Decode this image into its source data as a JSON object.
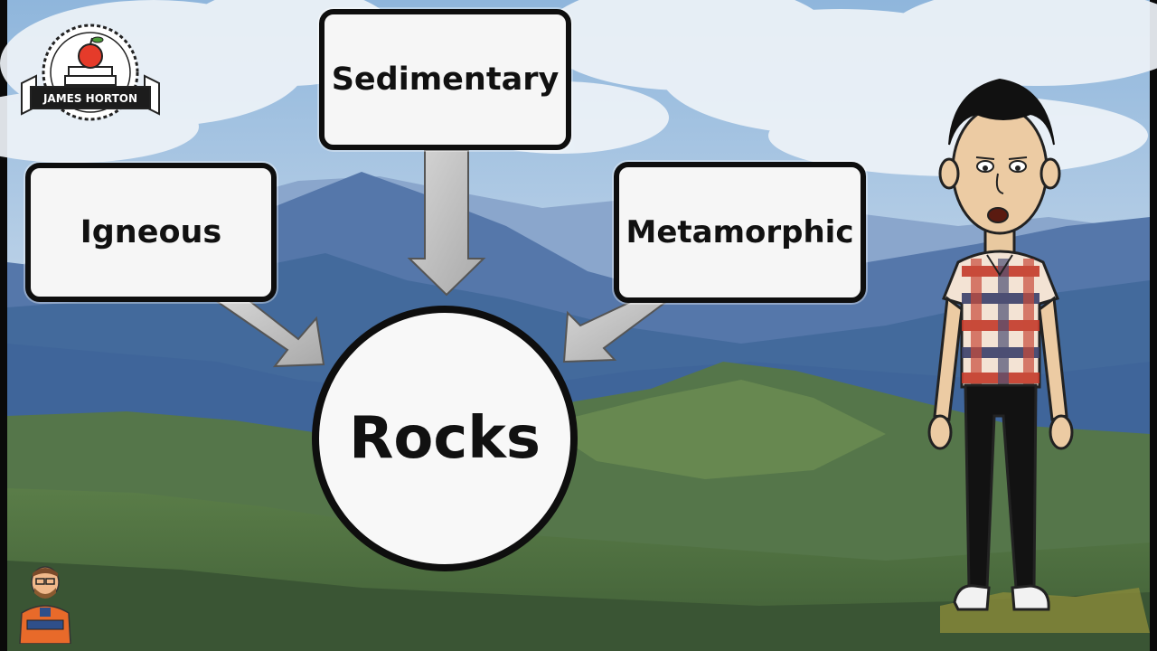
{
  "brand": {
    "name": "JAMES HORTON"
  },
  "diagram": {
    "sources": [
      {
        "id": "igneous",
        "label": "Igneous"
      },
      {
        "id": "sedimentary",
        "label": "Sedimentary"
      },
      {
        "id": "metamorphic",
        "label": "Metamorphic"
      }
    ],
    "center": {
      "label": "Rocks"
    }
  },
  "colors": {
    "sky_top": "#8fb6dc",
    "sky_bottom": "#f2d6cf",
    "mountain_far": "#7e9bc4",
    "mountain_mid": "#4d72a3",
    "hill_green": "#4b6b3f",
    "hill_green_light": "#6f9053",
    "arrow_fill": "#c4c4c4",
    "box_fill": "#f6f6f6",
    "outline": "#0e0e0e"
  }
}
